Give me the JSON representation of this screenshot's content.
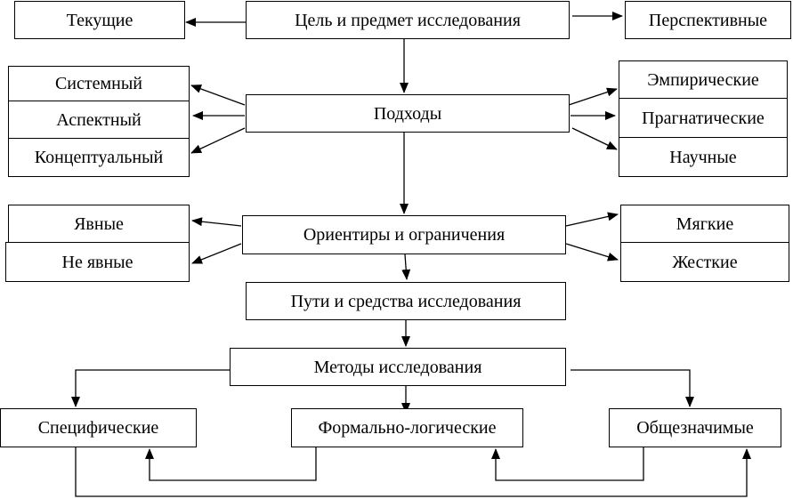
{
  "diagram": {
    "goal": "Цель и предмет исследования",
    "current": "Текущие",
    "perspective": "Перспективные",
    "approaches": "Подходы",
    "systemic": "Системный",
    "aspect": "Аспектный",
    "conceptual": "Концептуальный",
    "empirical": "Эмпирические",
    "pragmatic": "Прагнатические",
    "scientific": "Научные",
    "guidelines": "Ориентиры и ограничения",
    "explicit": "Явные",
    "implicit": "Не явные",
    "soft": "Мягкие",
    "hard": "Жесткие",
    "paths": "Пути и средства исследования",
    "methods": "Методы исследования",
    "specific": "Специфические",
    "formal_logical": "Формально-логические",
    "general": "Общезначимые"
  },
  "colors": {
    "stroke": "#000000",
    "background": "#ffffff"
  }
}
